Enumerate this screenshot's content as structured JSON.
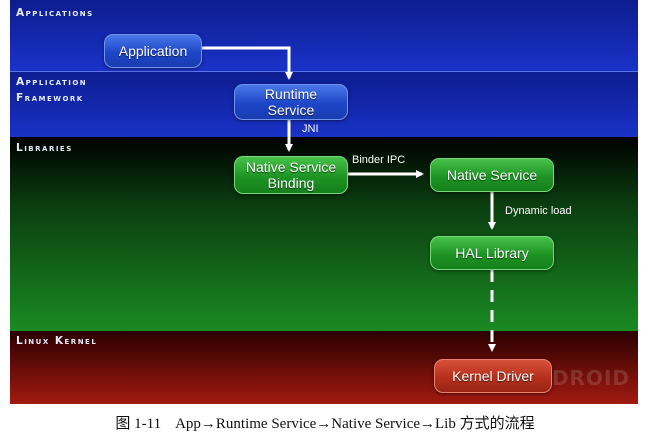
{
  "layers": {
    "applications": "Applications",
    "application_framework": "Application\nFramework",
    "libraries": "Libraries",
    "linux_kernel": "Linux Kernel"
  },
  "nodes": {
    "application": "Application",
    "runtime_service": "Runtime\nService",
    "native_service_binding": "Native Service\nBinding",
    "native_service": "Native Service",
    "hal_library": "HAL Library",
    "kernel_driver": "Kernel Driver"
  },
  "edges": {
    "jni": "JNI",
    "binder_ipc": "Binder IPC",
    "dynamic_load": "Dynamic load"
  },
  "watermark": "DROID",
  "caption": {
    "figure_number": "图 1-11",
    "text": "App→Runtime Service→Native Service→Lib 方式的流程"
  },
  "colors": {
    "app_layer": "#1a32c8",
    "libraries_layer": "#1a8a22",
    "kernel_layer": "#a21a10"
  }
}
